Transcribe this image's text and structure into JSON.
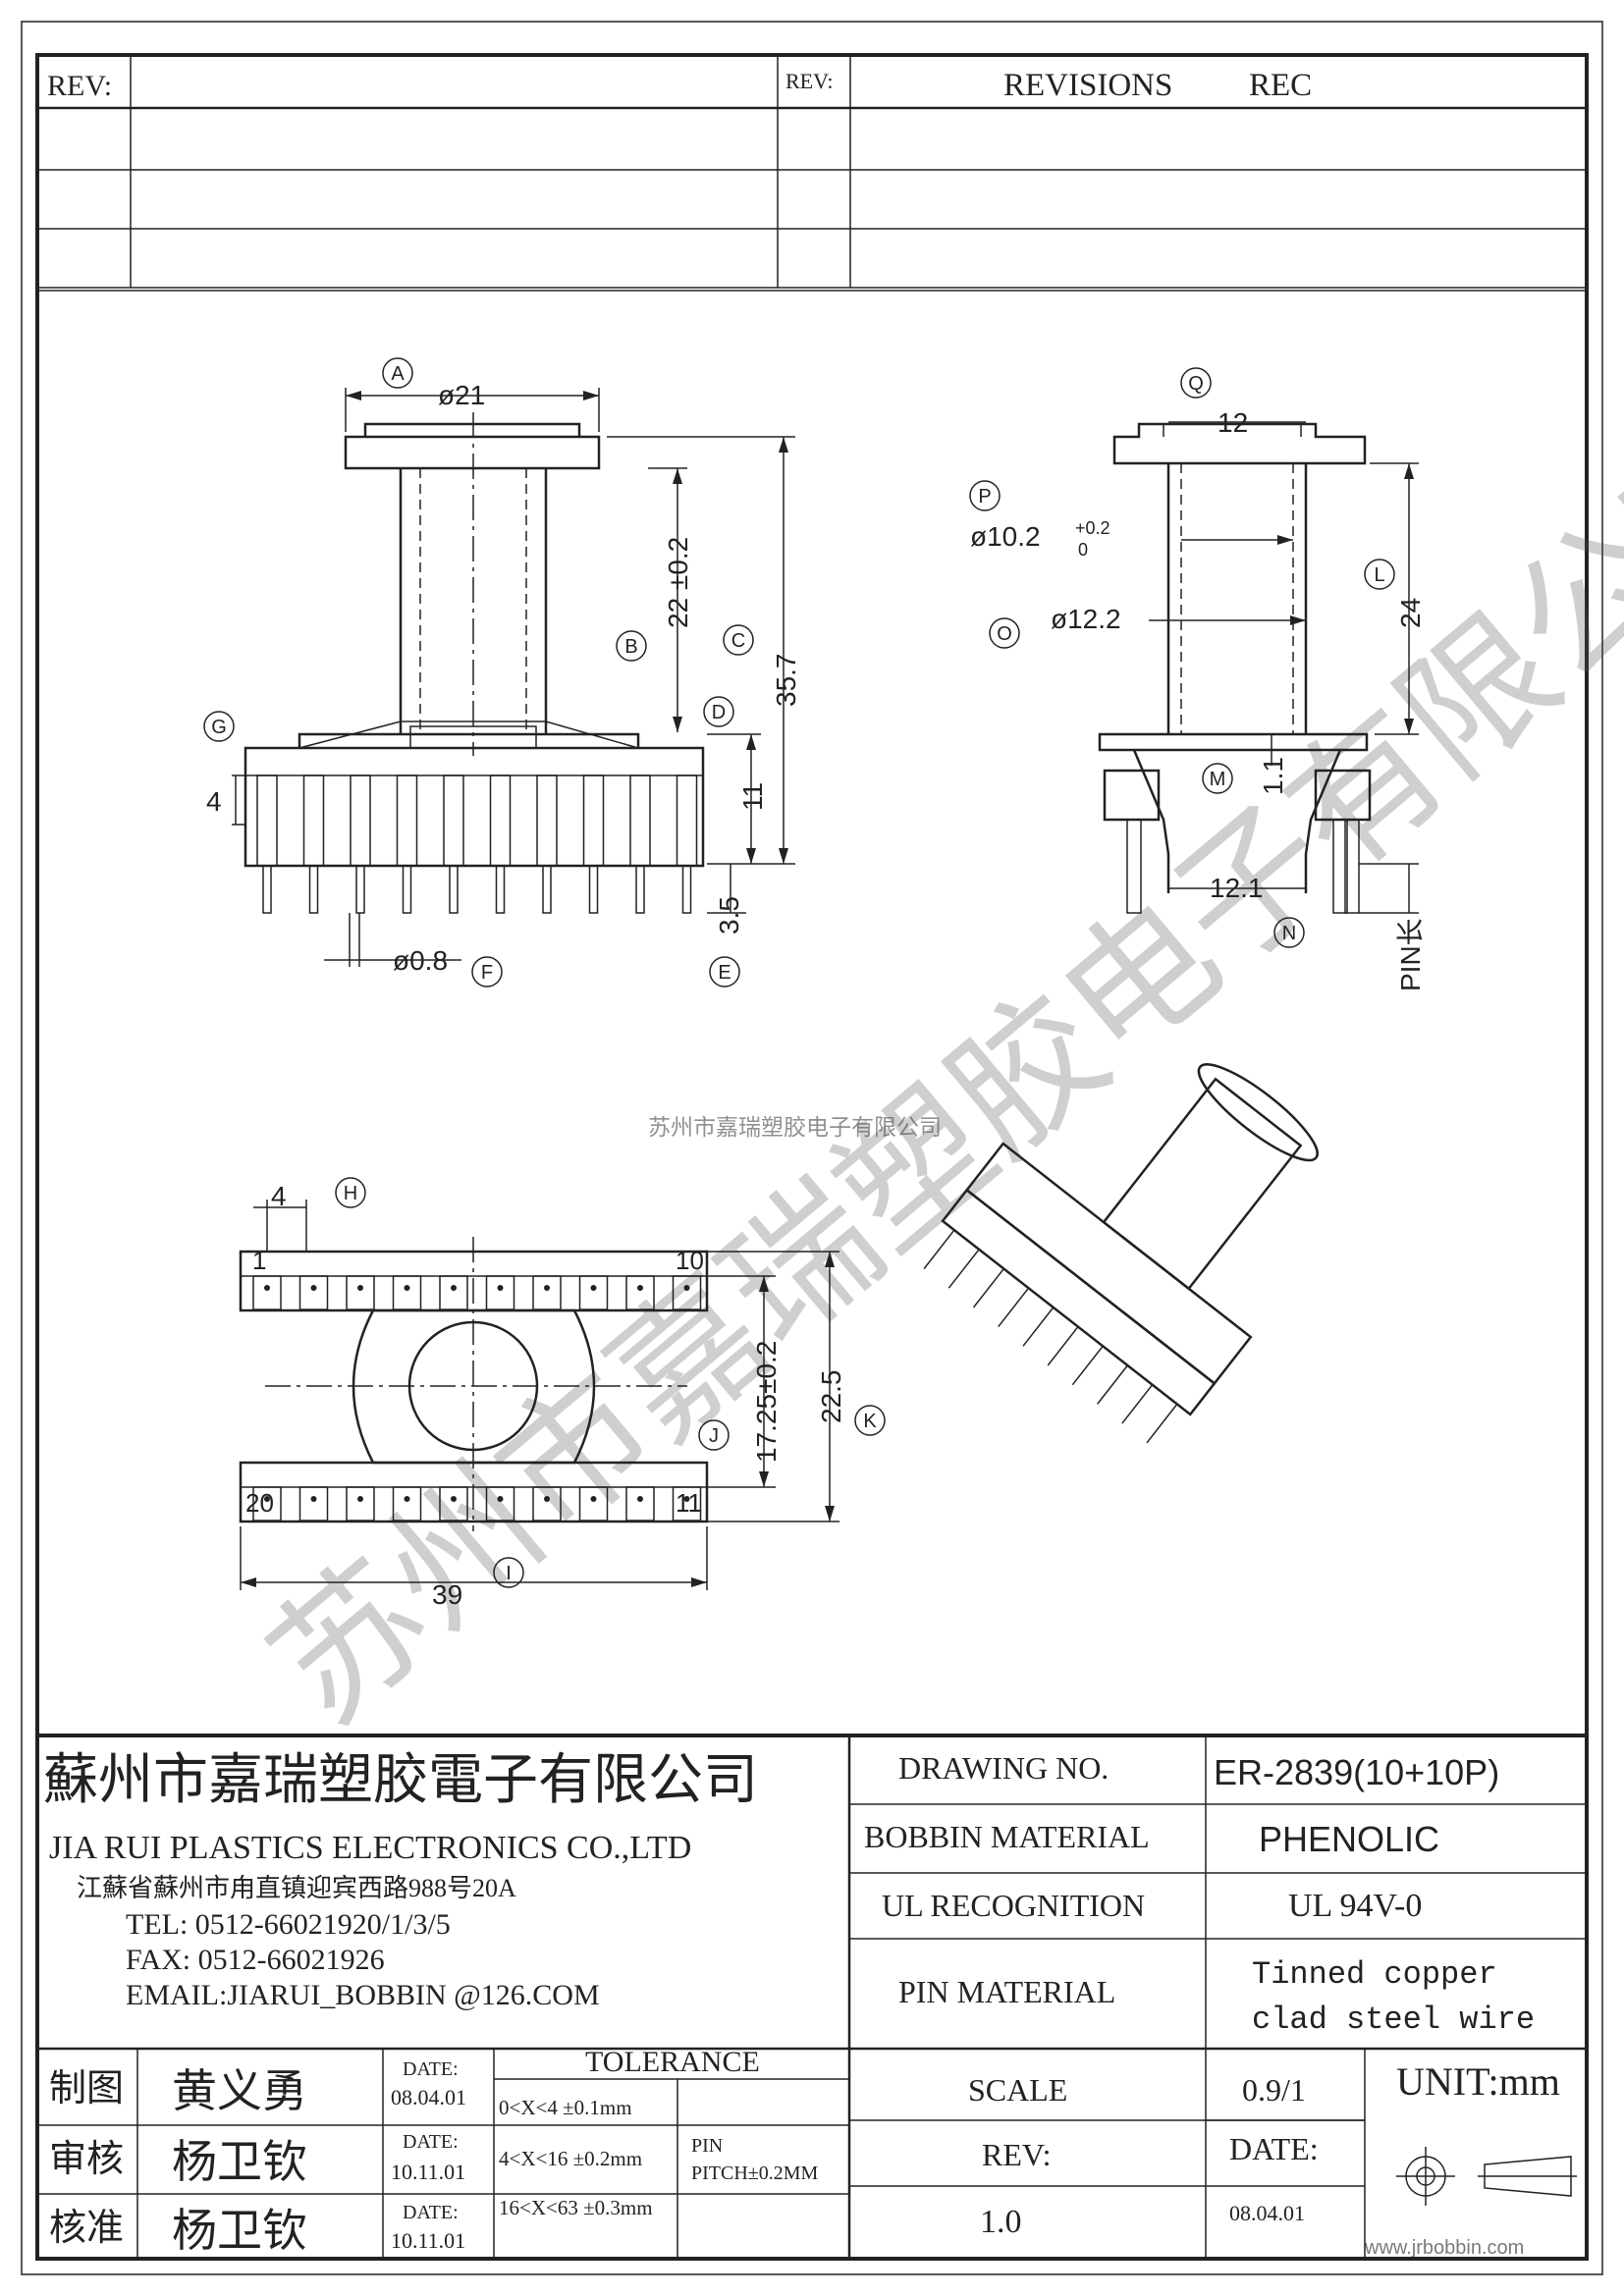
{
  "revisions": {
    "rev_label": "REV:",
    "rev_label_2": "REV:",
    "revisions_header": "REVISIONS",
    "rec_header": "REC"
  },
  "dimensions": {
    "front": {
      "outer_dia": "ø21",
      "height_bobbin": "22 ±0.2",
      "total_height": "35.7",
      "base_height": "11",
      "pin_offset": "4",
      "pin_length": "3.5",
      "pin_dia": "ø0.8"
    },
    "side": {
      "top_width": "12",
      "inner_dia": "ø10.2",
      "inner_tol_upper": "+0.2",
      "inner_tol_lower": "0",
      "outer_dia": "ø12.2",
      "height": "24",
      "step": "1.1",
      "base_width": "12.1",
      "pin_length_label": "PIN长"
    },
    "bottom": {
      "pitch": "4",
      "row_spacing": "17.25±0.2",
      "total_depth": "22.5",
      "total_width": "39",
      "pin_first_top": "1",
      "pin_last_top": "10",
      "pin_first_bottom": "20",
      "pin_last_bottom": "11"
    }
  },
  "callouts": {
    "A": "A",
    "B": "B",
    "C": "C",
    "D": "D",
    "E": "E",
    "F": "F",
    "G": "G",
    "H": "H",
    "I": "I",
    "J": "J",
    "K": "K",
    "L": "L",
    "M": "M",
    "N": "N",
    "O": "O",
    "P": "P",
    "Q": "Q"
  },
  "watermark": {
    "company_small": "苏州市嘉瑞塑胶电子有限公司",
    "company_large": "苏州市嘉瑞塑胶电子有限公司",
    "website": "www.jrbobbin.com"
  },
  "title_block": {
    "company_cn": "蘇州市嘉瑞塑胶電子有限公司",
    "company_en": "JIA RUI PLASTICS ELECTRONICS CO.,LTD",
    "address": "江蘇省蘇州市甪直镇迎宾西路988号20A",
    "tel": "TEL: 0512-66021920/1/3/5",
    "fax": "FAX: 0512-66021926",
    "email": "EMAIL:JIARUI_BOBBIN @126.COM",
    "drawing_no_label": "DRAWING NO.",
    "drawing_no": "ER-2839(10+10P)",
    "bobbin_material_label": "BOBBIN MATERIAL",
    "bobbin_material": "PHENOLIC",
    "ul_label": "UL RECOGNITION",
    "ul_value": "UL 94V-0",
    "pin_material_label": "PIN MATERIAL",
    "pin_material_1": "Tinned copper",
    "pin_material_2": "clad steel wire",
    "drawn_label": "制图",
    "drawn_by": "黄义勇",
    "drawn_date_label": "DATE:",
    "drawn_date": "08.04.01",
    "check_label": "审核",
    "checked_by": "杨卫钦",
    "check_date_label": "DATE:",
    "check_date": "10.11.01",
    "approve_label": "核准",
    "approved_by": "杨卫钦",
    "approve_date_label": "DATE:",
    "approve_date": "10.11.01",
    "tolerance_label": "TOLERANCE",
    "tol_1": "0<X<4 ±0.1mm",
    "tol_2": "4<X<16 ±0.2mm",
    "tol_3": "16<X<63 ±0.3mm",
    "pin_pitch_1": "PIN",
    "pin_pitch_2": "PITCH±0.2MM",
    "scale_label": "SCALE",
    "scale": "0.9/1",
    "unit": "UNIT:mm",
    "rev_label": "REV:",
    "rev": "1.0",
    "date_label": "DATE:",
    "date": "08.04.01"
  }
}
